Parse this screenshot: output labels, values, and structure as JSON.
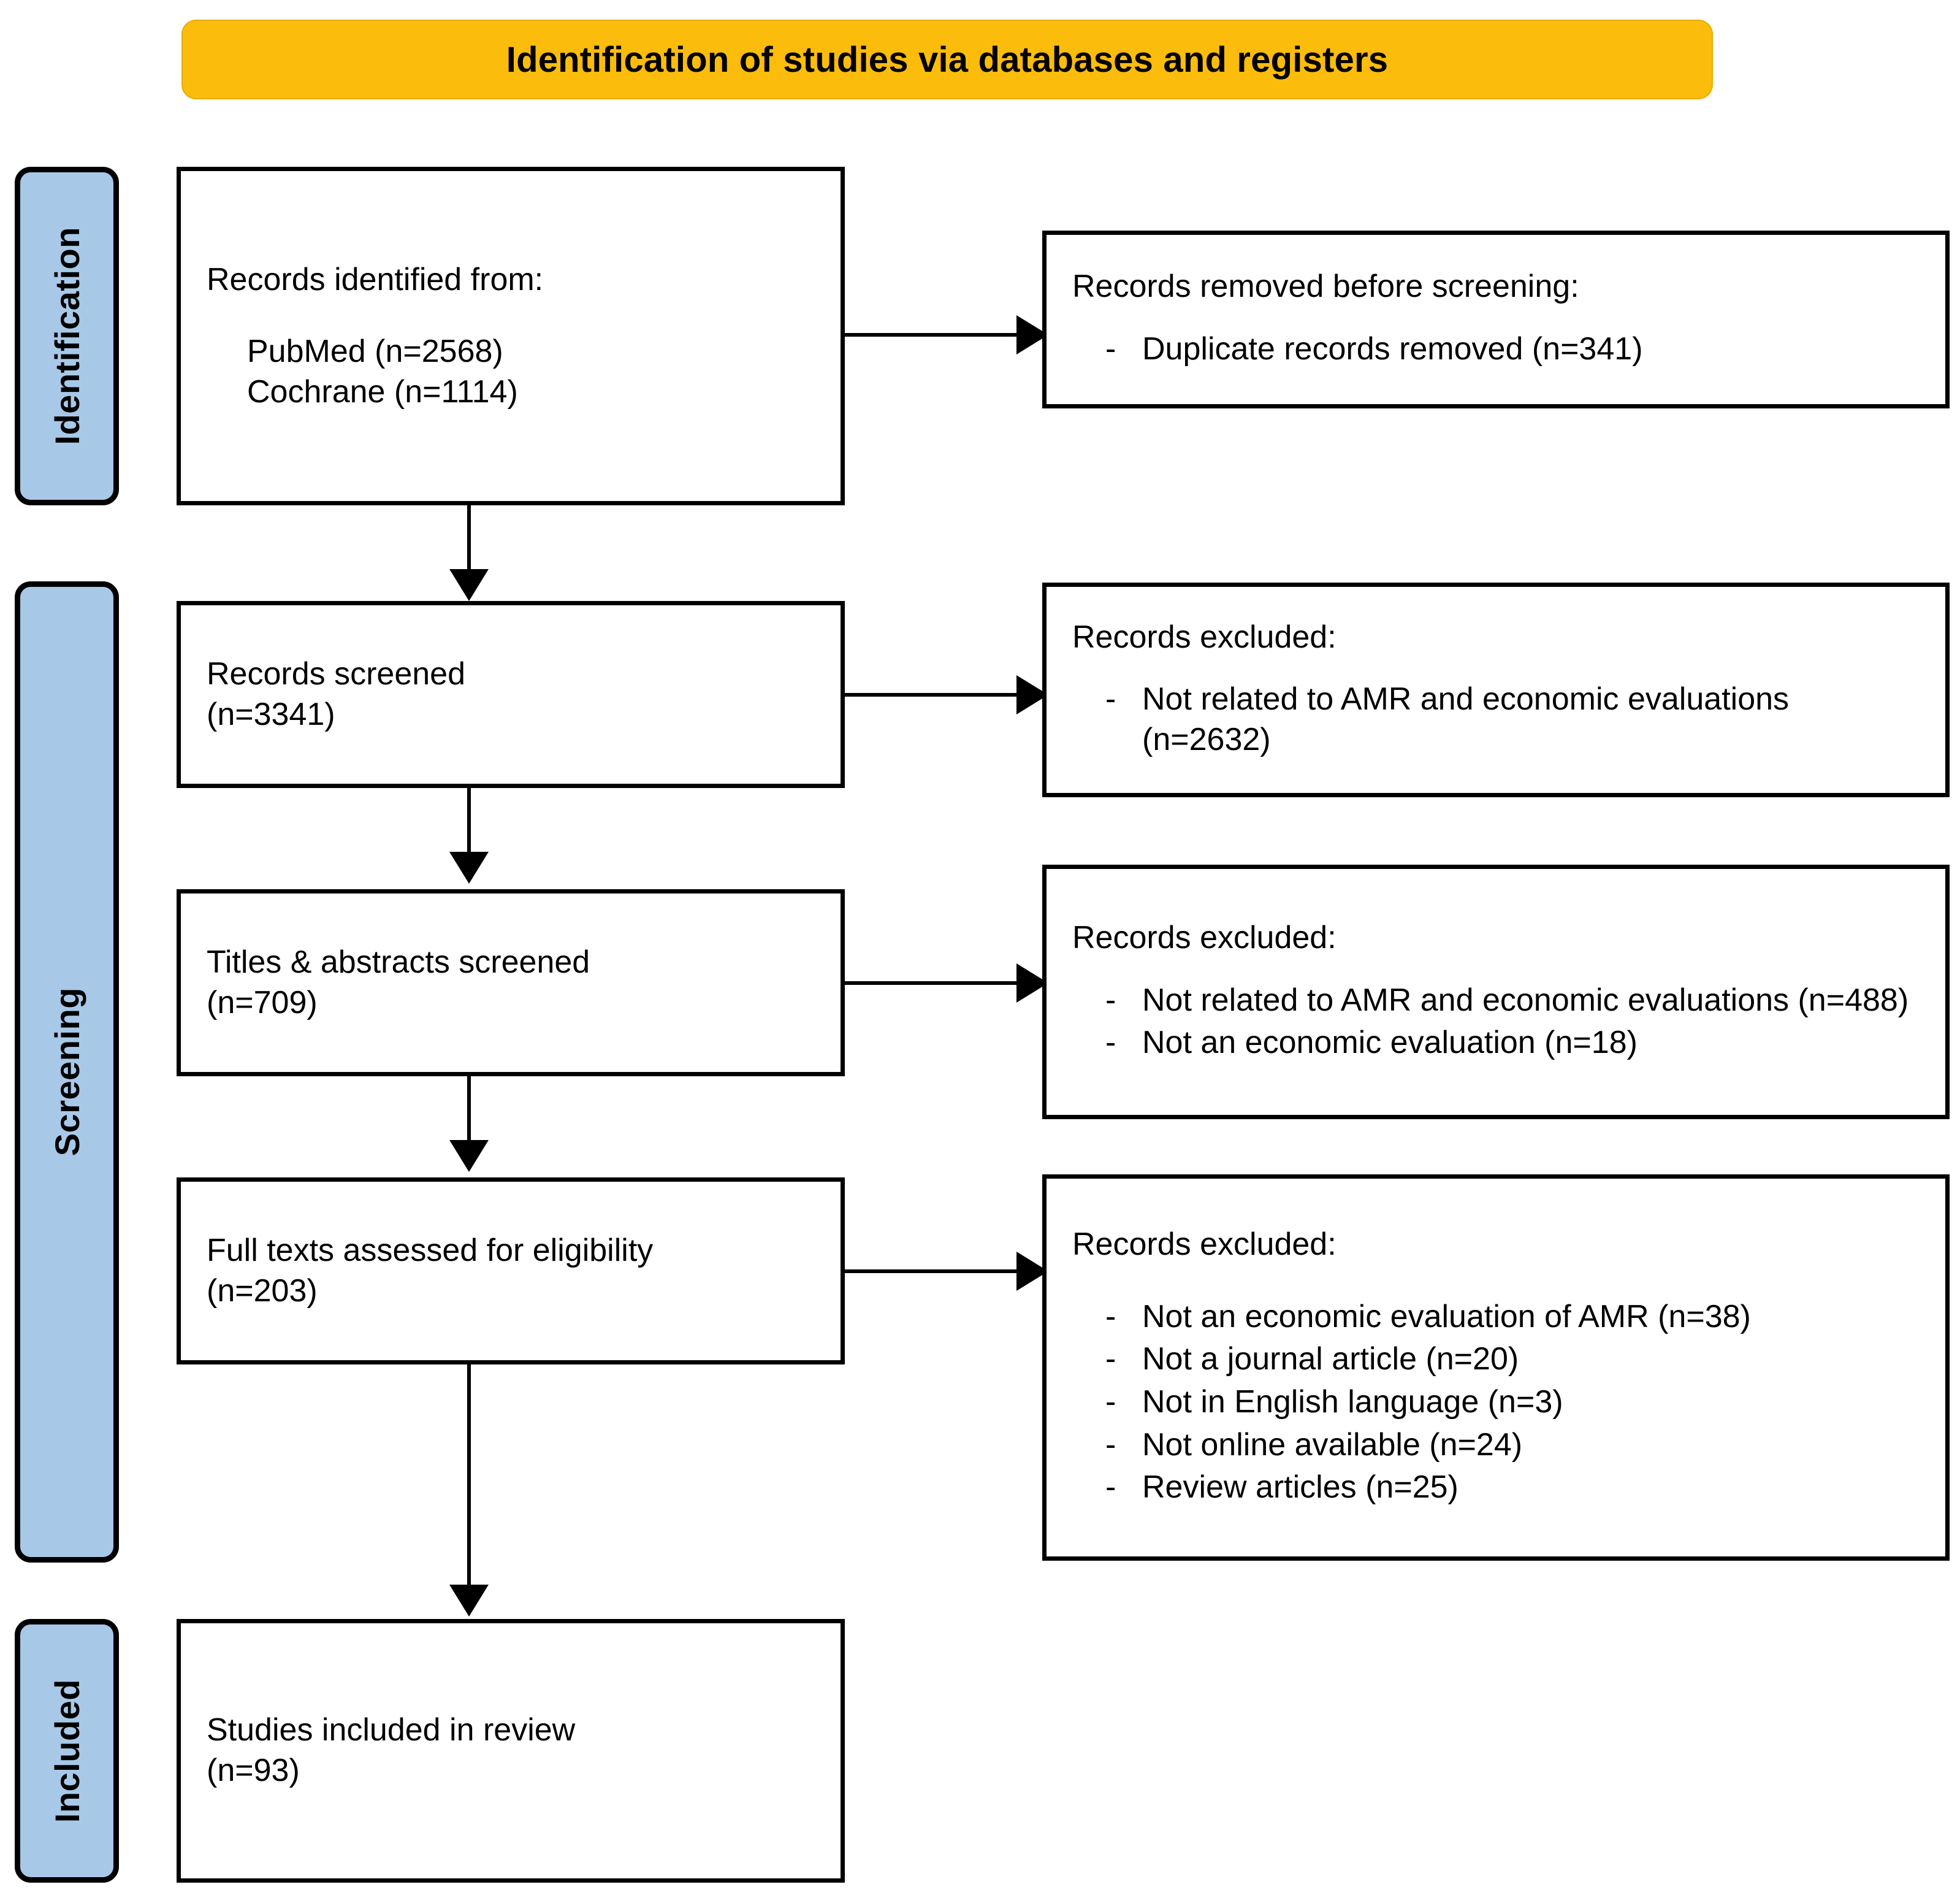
{
  "header": {
    "title": "Identification of studies via databases and registers",
    "background_color": "#FBBC0B"
  },
  "stages": {
    "accent_color": "#A8C8E8",
    "identification": "Identification",
    "screening": "Screening",
    "included": "Included"
  },
  "flow": {
    "identified": {
      "heading": "Records identified from:",
      "sources": [
        "PubMed (n=2568)",
        "Cochrane (n=1114)"
      ]
    },
    "removed_before_screening": {
      "heading": "Records removed before screening:",
      "items": [
        "Duplicate records removed (n=341)"
      ]
    },
    "records_screened": {
      "line1": "Records screened",
      "line2": "(n=3341)"
    },
    "excluded_screening": {
      "heading": "Records excluded:",
      "items": [
        "Not related to AMR and economic evaluations (n=2632)"
      ]
    },
    "titles_abstracts": {
      "line1": "Titles & abstracts screened",
      "line2": "(n=709)"
    },
    "excluded_titles": {
      "heading": "Records excluded:",
      "items": [
        "Not related to AMR and economic evaluations (n=488)",
        "Not an economic evaluation (n=18)"
      ]
    },
    "full_texts": {
      "line1": "Full texts assessed for eligibility",
      "line2": "(n=203)"
    },
    "excluded_fulltext": {
      "heading": "Records excluded:",
      "items": [
        "Not an economic evaluation of AMR (n=38)",
        "Not a journal article (n=20)",
        "Not in English language (n=3)",
        "Not online available (n=24)",
        "Review articles (n=25)"
      ]
    },
    "included_studies": {
      "line1": "Studies included in review",
      "line2": "(n=93)"
    }
  },
  "bullet_dash": "-"
}
